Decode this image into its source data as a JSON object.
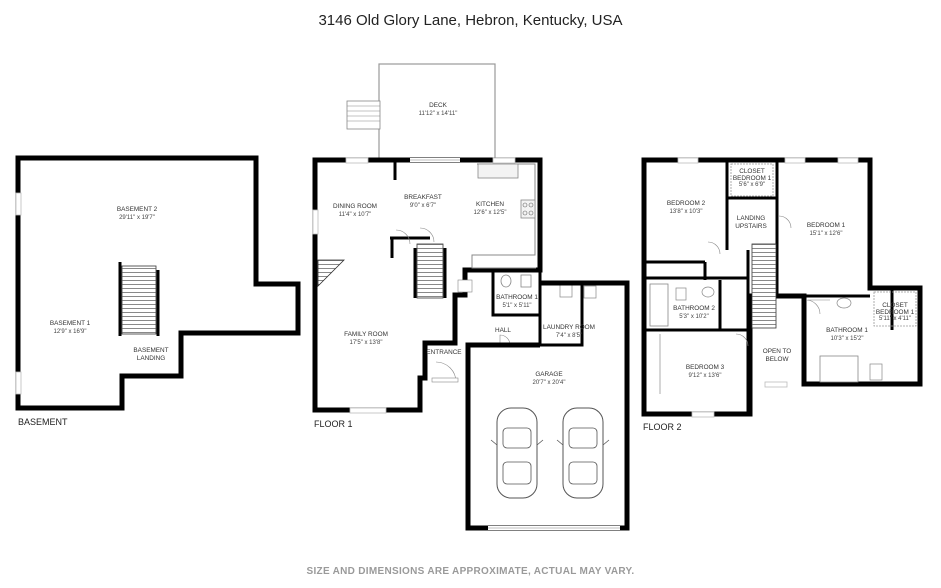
{
  "title": "3146 Old Glory Lane, Hebron, Kentucky, USA",
  "footer": "SIZE AND DIMENSIONS ARE APPROXIMATE, ACTUAL MAY VARY.",
  "colors": {
    "wall": "#000000",
    "fixture": "#9e9e9e",
    "window": "#bdbdbd"
  },
  "floors": {
    "basement": {
      "label": "BASEMENT",
      "rooms": [
        {
          "name": "BASEMENT 2",
          "dim": "29'11\" x 19'7\""
        },
        {
          "name": "BASEMENT 1",
          "dim": "12'9\" x 16'9\""
        },
        {
          "name": "BASEMENT LANDING",
          "dim": ""
        }
      ]
    },
    "floor1": {
      "label": "FLOOR 1",
      "rooms": [
        {
          "name": "DECK",
          "dim": "11'12\" x 14'11\""
        },
        {
          "name": "DINING ROOM",
          "dim": "11'4\" x 10'7\""
        },
        {
          "name": "BREAKFAST",
          "dim": "9'0\" x 6'7\""
        },
        {
          "name": "KITCHEN",
          "dim": "12'6\" x 12'5\""
        },
        {
          "name": "FAMILY ROOM",
          "dim": "17'5\" x 13'8\""
        },
        {
          "name": "BATHROOM 1",
          "dim": "5'1\" x 5'11\""
        },
        {
          "name": "LAUNDRY ROOM",
          "dim": "7'4\" x 8'5\""
        },
        {
          "name": "HALL",
          "dim": ""
        },
        {
          "name": "ENTRANCE",
          "dim": ""
        },
        {
          "name": "GARAGE",
          "dim": "20'7\" x 20'4\""
        }
      ]
    },
    "floor2": {
      "label": "FLOOR 2",
      "rooms": [
        {
          "name": "CLOSET BEDROOM 1",
          "dim": "5'6\" x 6'9\""
        },
        {
          "name": "BEDROOM 2",
          "dim": "13'8\" x 10'3\""
        },
        {
          "name": "BEDROOM 1",
          "dim": "15'1\" x 12'6\""
        },
        {
          "name": "LANDING UPSTAIRS",
          "dim": ""
        },
        {
          "name": "BATHROOM 2",
          "dim": "5'3\" x 10'2\""
        },
        {
          "name": "CLOSET BEDROOM 1",
          "dim": "5'11\" x 4'11\""
        },
        {
          "name": "BATHROOM 1",
          "dim": "10'3\" x 15'2\""
        },
        {
          "name": "OPEN TO BELOW",
          "dim": ""
        },
        {
          "name": "BEDROOM 3",
          "dim": "9'12\" x 13'6\""
        }
      ]
    }
  }
}
